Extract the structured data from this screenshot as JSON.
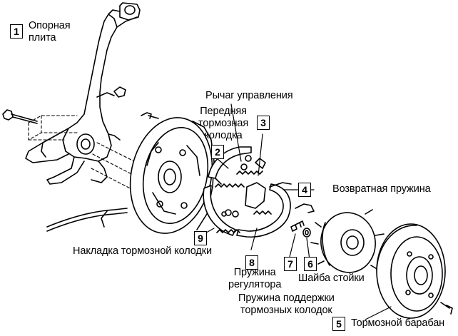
{
  "parts": [
    {
      "id": "1",
      "label": "Опорная\nплита"
    },
    {
      "id": "2",
      "label": "Передняя\nтормозная\nколодка"
    },
    {
      "id": "3",
      "label": "Рычаг управления"
    },
    {
      "id": "4",
      "label": "Возвратная пружина"
    },
    {
      "id": "5",
      "label": "Тормозной барабан"
    },
    {
      "id": "6",
      "label": "Шайба стойки"
    },
    {
      "id": "7",
      "label": "Пружина поддержки\nтормозных колодок"
    },
    {
      "id": "8",
      "label": "Пружина\nрегулятора"
    },
    {
      "id": "9",
      "label": "Накладка тормозной колодки"
    }
  ]
}
